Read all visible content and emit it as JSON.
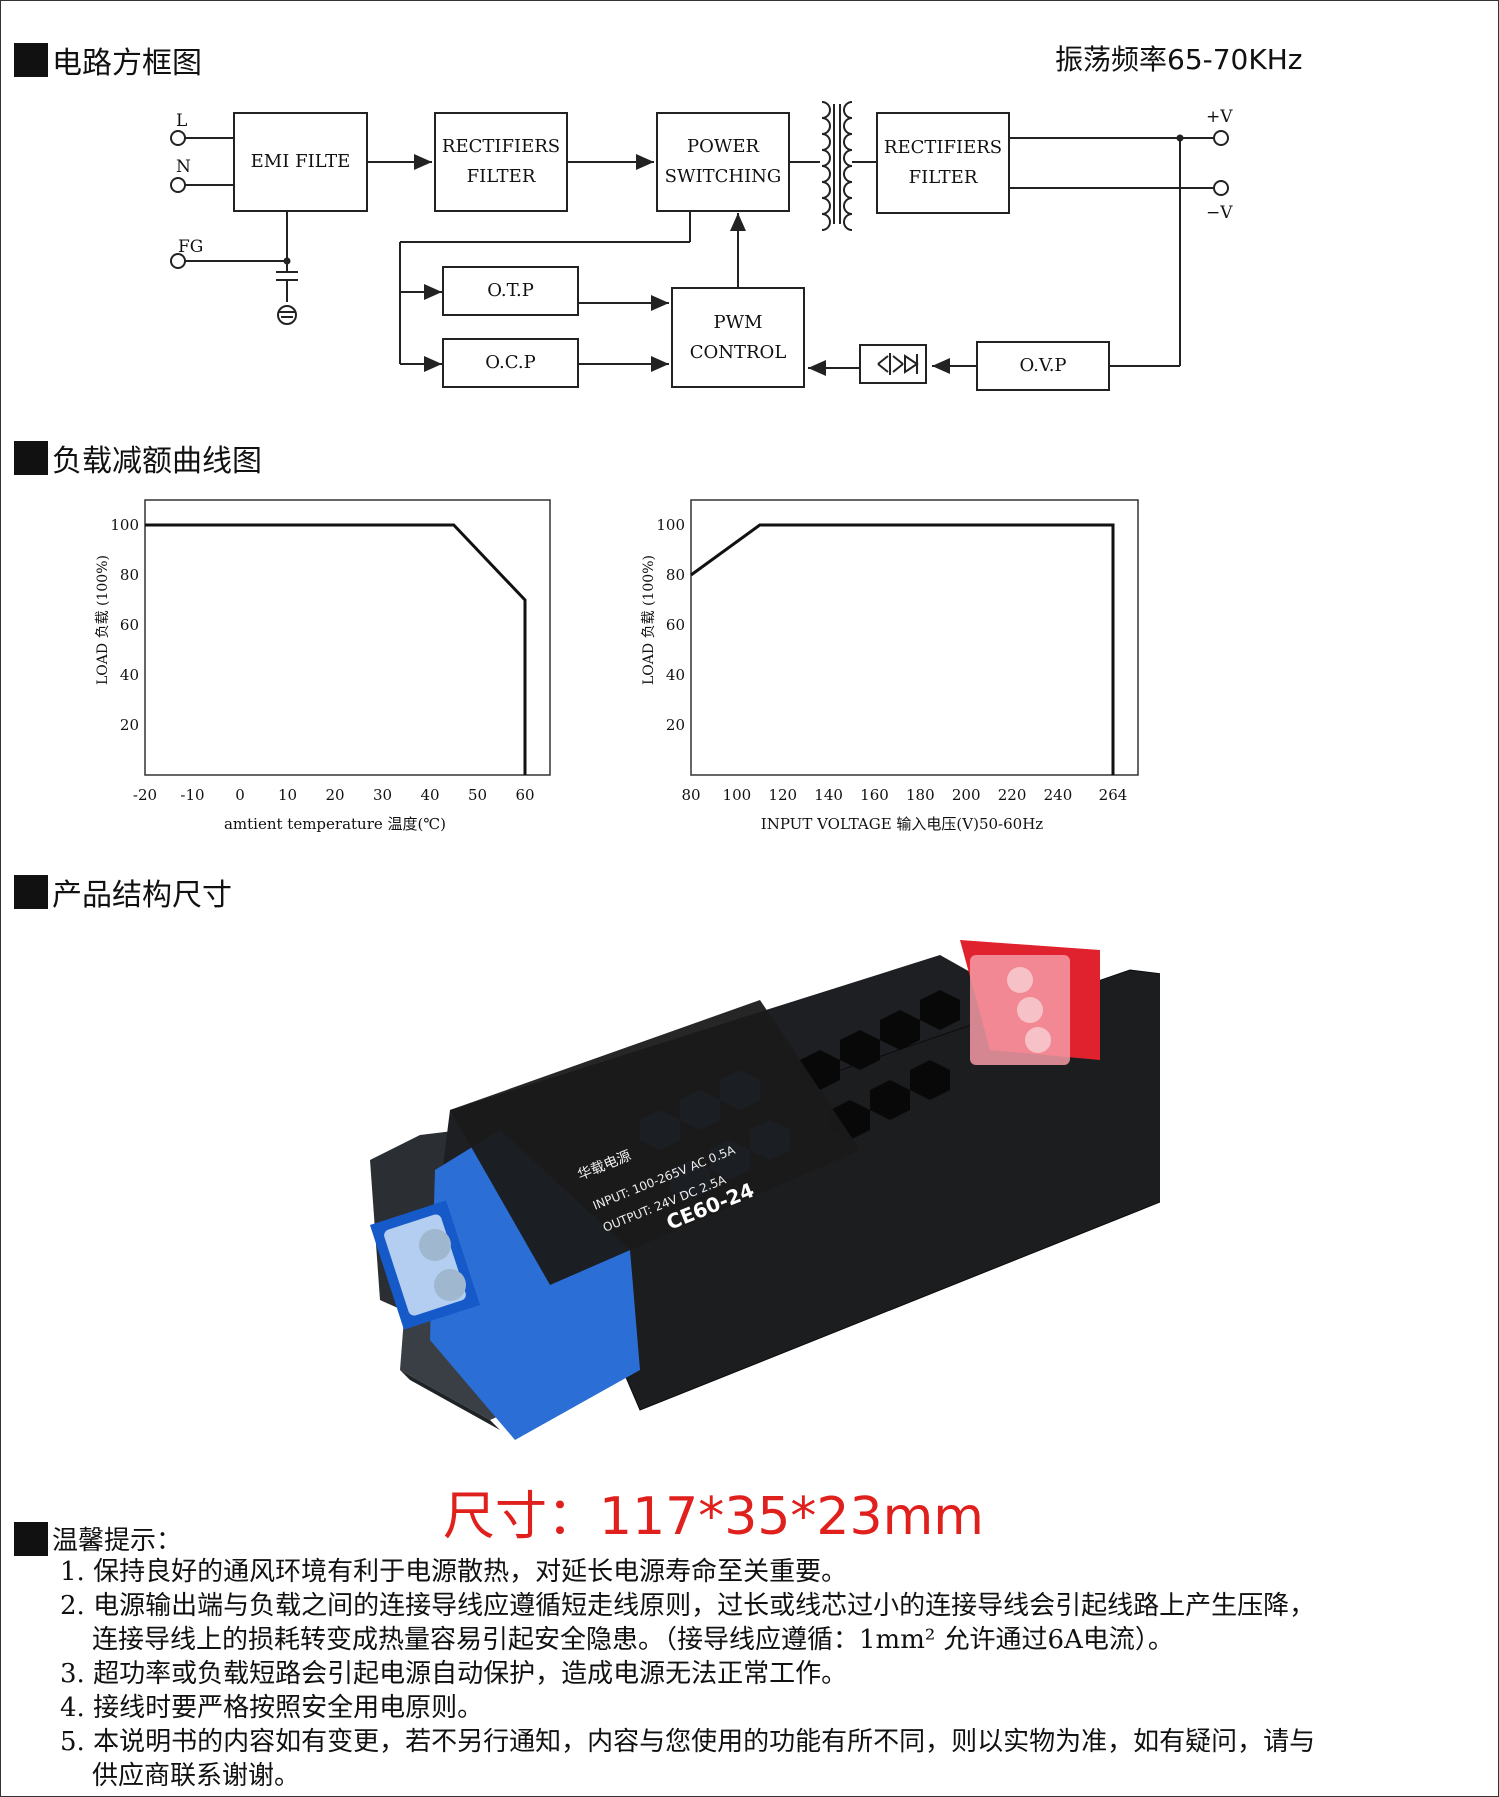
{
  "sections": {
    "circuit": "电路方框图",
    "derating": "负载减额曲线图",
    "structure": "产品结构尺寸",
    "tips": "温馨提示："
  },
  "frequency": "振荡频率65-70KHz",
  "block_diagram": {
    "terminals": {
      "l": "L",
      "n": "N",
      "fg": "FG",
      "plus_v": "+V",
      "minus_v": "−V"
    },
    "emi": "EMI FILTE",
    "rect1": "RECTIFIERS\nFILTER",
    "power": "POWER\nSWITCHING",
    "rect2": "RECTIFIERS\nFILTER",
    "otp": "O.T.P",
    "ocp": "O.C.P",
    "pwm": "PWM\nCONTROL",
    "ovp": "O.V.P"
  },
  "chart_data": [
    {
      "type": "line",
      "xlabel": "amtient temperature 温度(℃)",
      "ylabel": "LOAD 负载 (100%)",
      "x_ticks": [
        -20,
        -10,
        0,
        10,
        20,
        30,
        40,
        50,
        60
      ],
      "y_ticks": [
        20,
        40,
        60,
        80,
        100
      ],
      "xlim": [
        -20,
        60
      ],
      "ylim": [
        0,
        100
      ],
      "series": [
        {
          "x": [
            -20,
            45,
            60,
            60
          ],
          "y": [
            100,
            100,
            70,
            0
          ]
        }
      ]
    },
    {
      "type": "line",
      "xlabel": "INPUT VOLTAGE 输入电压(V)50-60Hz",
      "ylabel": "LOAD 负载 (100%)",
      "x_ticks": [
        80,
        100,
        120,
        140,
        160,
        180,
        200,
        220,
        240,
        264
      ],
      "y_ticks": [
        20,
        40,
        60,
        80,
        100
      ],
      "xlim": [
        80,
        264
      ],
      "ylim": [
        0,
        100
      ],
      "series": [
        {
          "x": [
            80,
            110,
            264,
            264
          ],
          "y": [
            80,
            100,
            100,
            0
          ]
        }
      ]
    }
  ],
  "product": {
    "label_input": "INPUT: 100-265V AC 0.5A",
    "label_output": "OUTPUT: 24V DC 2.5A",
    "model": "CE60-24",
    "brand": "华载电源",
    "dimensions": "尺寸：117*35*23mm"
  },
  "tips": [
    "1. 保持良好的通风环境有利于电源散热，对延长电源寿命至关重要。",
    "2. 电源输出端与负载之间的连接导线应遵循短走线原则，过长或线芯过小的连接导线会引起线路上产生压降，连接导线上的损耗转变成热量容易引起安全隐患。（接导线应遵循：1mm² 允许通过6A电流）。",
    "3. 超功率或负载短路会引起电源自动保护，造成电源无法正常工作。",
    "4. 接线时要严格按照安全用电原则。",
    "5. 本说明书的内容如有变更，若不另行通知，内容与您使用的功能有所不同，则以实物为准，如有疑问，请与供应商联系谢谢。"
  ]
}
